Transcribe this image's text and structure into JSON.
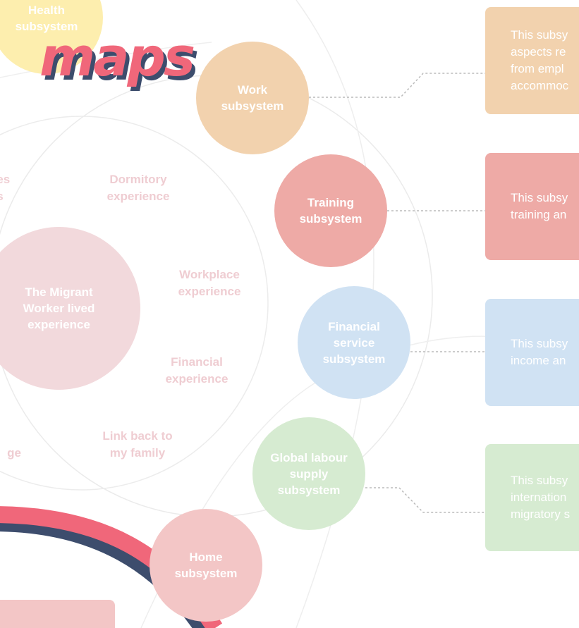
{
  "title": "maps",
  "colors": {
    "work": "#f2d2ae",
    "training": "#eeaaa6",
    "financial": "#d0e2f3",
    "global": "#d6ebd1",
    "home": "#f3c6c6",
    "health": "#fdeeae",
    "migrant": "#f2d9dc",
    "accent_red": "#f0677a",
    "accent_navy": "#3d4d6d"
  },
  "subsystems": [
    {
      "id": "health",
      "label": "Health\nsubsystem"
    },
    {
      "id": "work",
      "label": "Work\nsubsystem"
    },
    {
      "id": "training",
      "label": "Training\nsubsystem"
    },
    {
      "id": "financial",
      "label": "Financial\nservice\nsubsystem"
    },
    {
      "id": "global",
      "label": "Global labour\nsupply\nsubsystem"
    },
    {
      "id": "home",
      "label": "Home\nsubsystem"
    }
  ],
  "center": {
    "label": "The Migrant\nWorker lived\nexperience"
  },
  "experiences": [
    {
      "id": "services",
      "label": "ces\ns"
    },
    {
      "id": "dormitory",
      "label": "Dormitory\nexperience"
    },
    {
      "id": "workplace",
      "label": "Workplace\nexperience"
    },
    {
      "id": "financial",
      "label": "Financial\nexperience"
    },
    {
      "id": "link",
      "label": "Link back to\nmy family"
    },
    {
      "id": "edge",
      "label": "ge"
    }
  ],
  "cards": [
    {
      "id": "work",
      "lines": [
        "This subsy",
        "aspects re",
        "from empl",
        "accommoc"
      ]
    },
    {
      "id": "training",
      "lines": [
        "This subsy",
        "training an"
      ]
    },
    {
      "id": "financial",
      "lines": [
        "This subsy",
        "income an"
      ]
    },
    {
      "id": "global",
      "lines": [
        "This subsy",
        "internation",
        "migratory s"
      ]
    }
  ]
}
